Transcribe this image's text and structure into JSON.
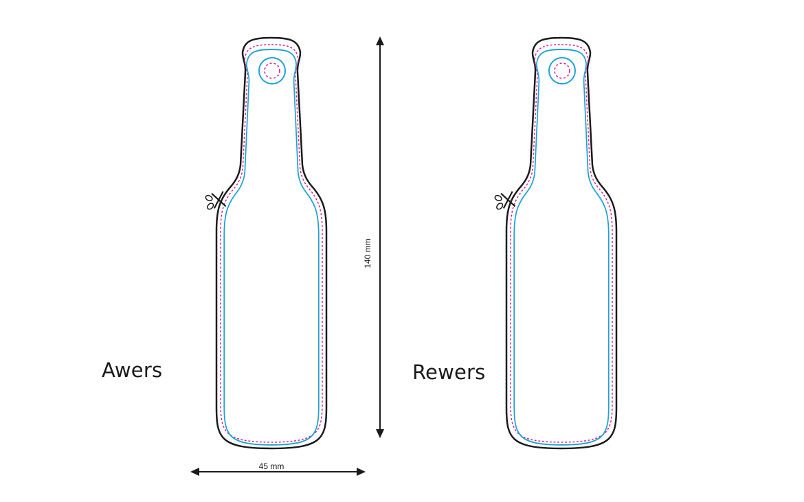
{
  "labels": {
    "front": "Awers",
    "back": "Rewers"
  },
  "dimensions": {
    "height": "140 mm",
    "width": "45 mm"
  },
  "colors": {
    "outline": "#1a1a1a",
    "safe_zone": "#1aa3d6",
    "cut_line": "#e0198a",
    "arrow": "#1a1a1a"
  },
  "icons": {
    "cut_marker": "scissors-icon"
  }
}
